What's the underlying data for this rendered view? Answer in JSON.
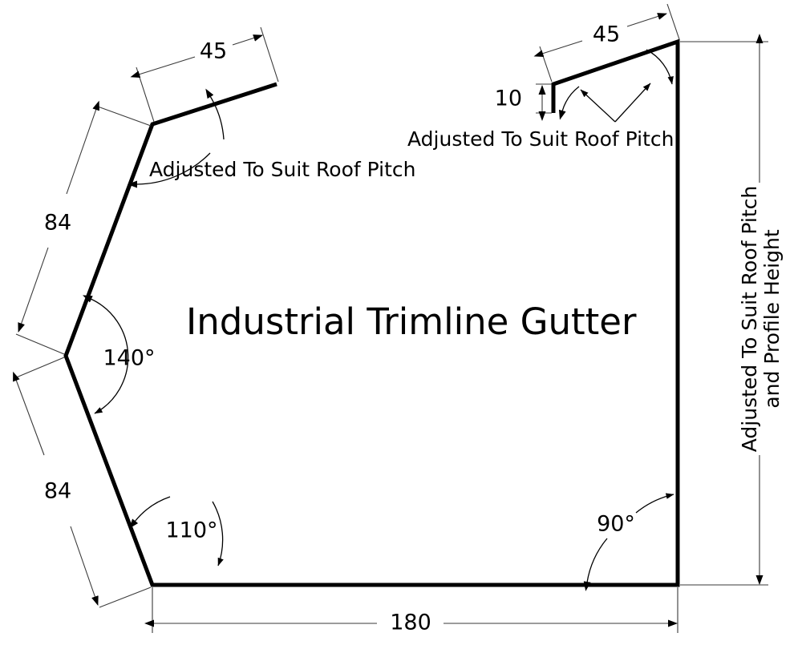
{
  "drawing": {
    "title": "Industrial Trimline Gutter",
    "dimensions": {
      "top_left_flange": "45",
      "upper_left_web": "84",
      "lower_left_web": "84",
      "bottom_width": "180",
      "top_right_flange": "45",
      "right_lip": "10"
    },
    "angles": {
      "left_mid_vertex": "140°",
      "left_bottom_vertex": "110°",
      "right_bottom_vertex": "90°"
    },
    "notes": {
      "left_roof_pitch": "Adjusted To Suit Roof Pitch",
      "right_roof_pitch": "Adjusted To Suit Roof Pitch",
      "right_height_line1": "Adjusted To Suit Roof Pitch",
      "right_height_line2": "and Profile Height"
    },
    "colors": {
      "profile_stroke": "#000000",
      "dimension_stroke": "#3a3a3a",
      "background": "#ffffff"
    }
  }
}
